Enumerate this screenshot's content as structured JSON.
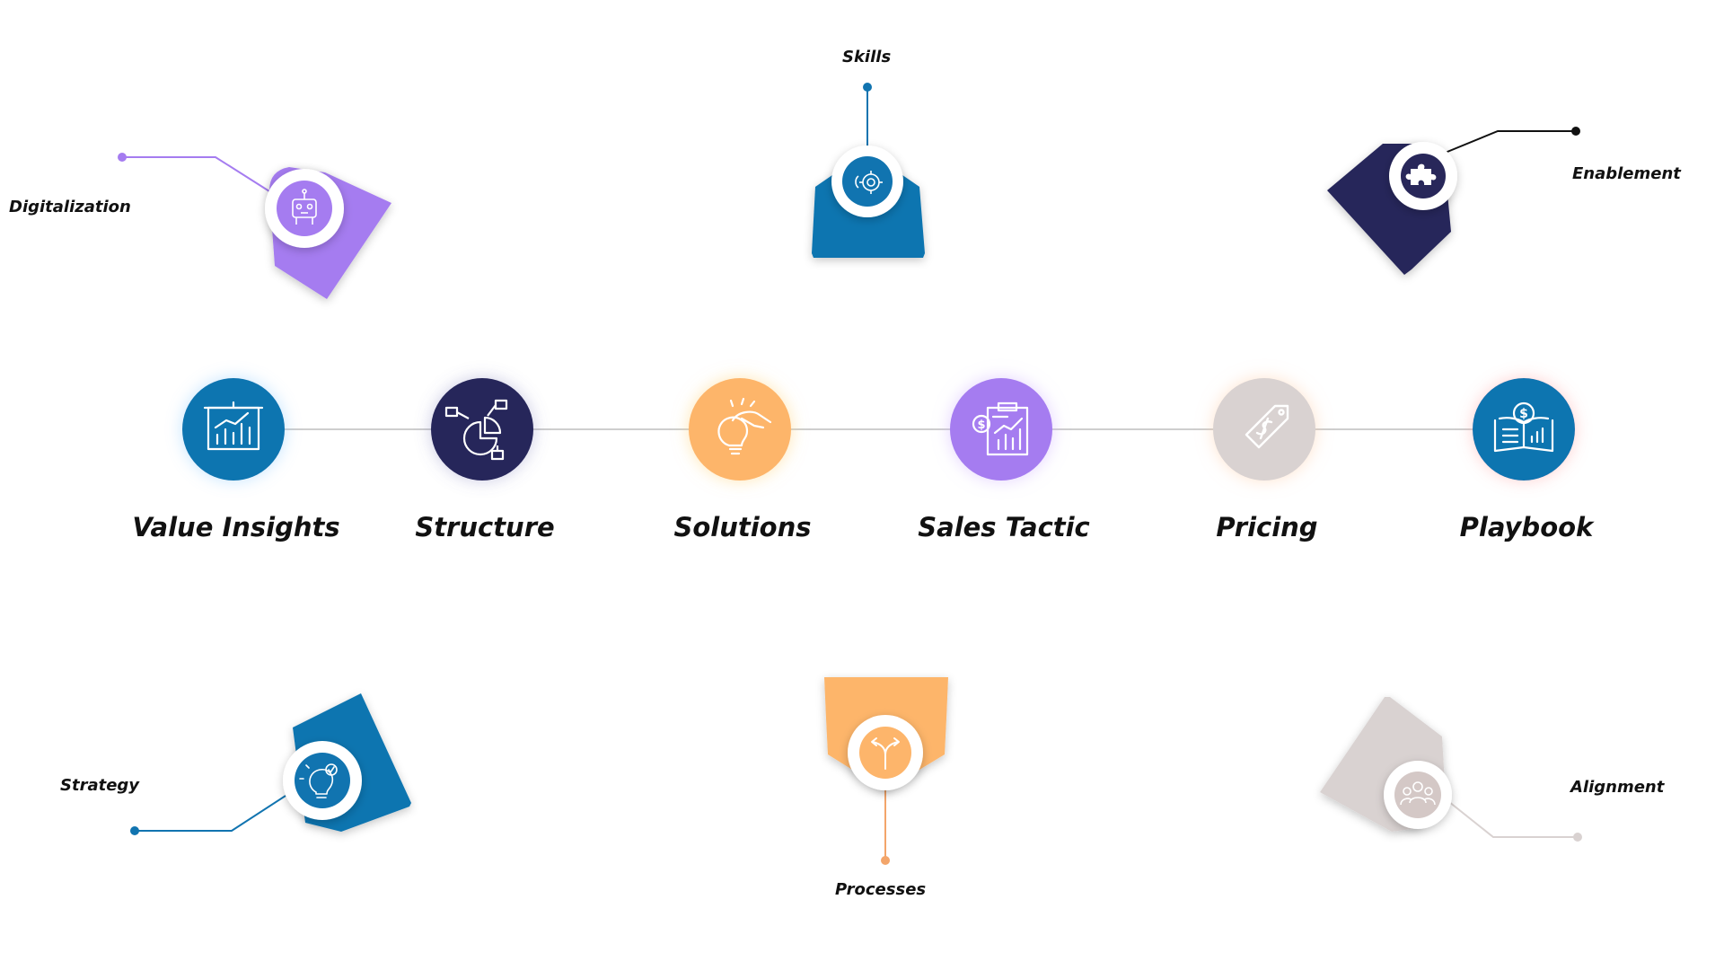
{
  "colors": {
    "purple": "#A57CF0",
    "blue": "#1174B0",
    "navy": "#28275A",
    "orange": "#FDB56B",
    "gray": "#D9D2D1",
    "grayIcon": "#D4C8C6",
    "line": "#BDBDBD",
    "text": "#111111"
  },
  "timeline": {
    "stages": [
      {
        "label": "Value Insights",
        "icon": "presentation-chart-icon",
        "color": "#1174B0"
      },
      {
        "label": "Structure",
        "icon": "pie-chart-structure-icon",
        "color": "#28275A"
      },
      {
        "label": "Solutions",
        "icon": "lightbulb-hand-icon",
        "color": "#FDB56B"
      },
      {
        "label": "Sales Tactic",
        "icon": "clipboard-dollar-chart-icon",
        "color": "#A57CF0"
      },
      {
        "label": "Pricing",
        "icon": "price-tag-icon",
        "color": "#D9D2D1"
      },
      {
        "label": "Playbook",
        "icon": "book-dollar-icon",
        "color": "#1174B0"
      }
    ]
  },
  "callouts": [
    {
      "label": "Digitalization",
      "icon": "robot-icon",
      "color": "#A57CF0",
      "dot_color": "#A57CF0"
    },
    {
      "label": "Skills",
      "icon": "brain-gear-icon",
      "color": "#1174B0",
      "dot_color": "#1174B0"
    },
    {
      "label": "Enablement",
      "icon": "puzzle-icon",
      "color": "#28275A",
      "dot_color": "#111111"
    },
    {
      "label": "Strategy",
      "icon": "lightbulb-check-icon",
      "color": "#1174B0",
      "dot_color": "#1174B0"
    },
    {
      "label": "Processes",
      "icon": "split-arrows-icon",
      "color": "#FDB56B",
      "dot_color": "#F3A56A"
    },
    {
      "label": "Alignment",
      "icon": "people-group-icon",
      "color": "#D4C8C6",
      "dot_color": "#D9D2D1"
    }
  ]
}
